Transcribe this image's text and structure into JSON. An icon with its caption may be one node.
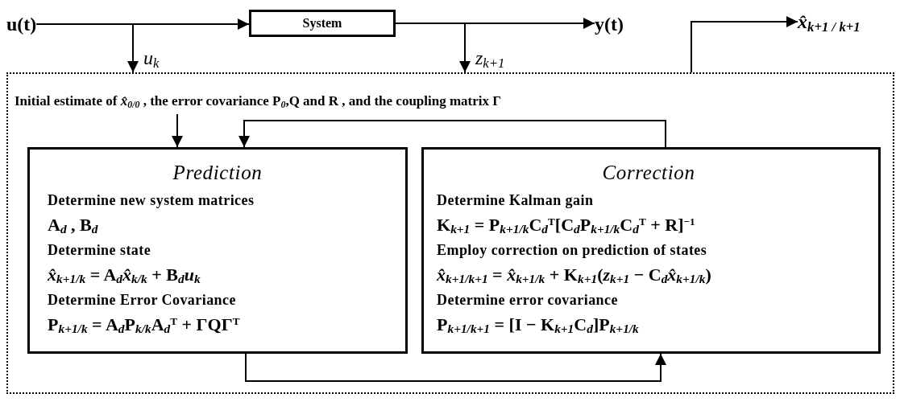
{
  "diagram": {
    "nodes": [
      {
        "text": [
          "u(t)"
        ]
      },
      {
        "text": [
          "System"
        ]
      },
      {
        "text": [
          "y(t)"
        ]
      },
      {
        "text": [],
        "shape": "box"
      },
      {
        "text": [
          "Initial estimate of *x̂*$_{0/0}$ , the error covariance P$_{0}$,Q and R , and the coupling matrix Γ"
        ],
        "in": 3
      },
      {
        "text": [
          "Prediction",
          "Determine new system matrices",
          "A$_{d}$ , B$_{d}$",
          "Determine state",
          "*x̂*$_{k+1/k}$ = A$_{d}$*x̂*$_{k/k}$ + B$_{d}$*u*$_{k}$",
          "Determine Error Covariance",
          "P$_{k+1/k}$ = A$_{d}$P$_{k/k}$A$_{d}$$^{T}$ + ΓQΓ$^{T}$"
        ],
        "in": 3
      },
      {
        "text": [
          "Correction",
          "Determine Kalman gain",
          "K$_{k+1}$ = P$_{k+1/k}$C$_{d}$$^{T}$[C$_{d}$P$_{k+1/k}$C$_{d}$$^{T}$ + R]$^{−1}$",
          "Employ correction on prediction of states",
          "*x̂*$_{k+1/k+1}$ = *x̂*$_{k+1/k}$ + K$_{k+1}$(*z*$_{k+1}$ − C$_{d}$*x̂*$_{k+1/k}$)",
          "Determine error covariance",
          "P$_{k+1/k+1}$ = [I − K$_{k+1}$C$_{d}$]P$_{k+1/k}$"
        ],
        "in": 3
      },
      {
        "text": [
          "*x̂*$_{k+1 / k+1}$"
        ]
      }
    ],
    "edges": [
      {
        "from": 0,
        "to": 1,
        "arrow": "to"
      },
      {
        "from": 1,
        "to": 2,
        "arrow": "to"
      },
      {
        "from": 0,
        "to": 3,
        "arrow": "to",
        "label": "*u*$_{k}$"
      },
      {
        "from": 1,
        "to": 3,
        "arrow": "to",
        "label": "*z*$_{k+1}$"
      },
      {
        "from": 3,
        "to": 7,
        "arrow": "to"
      },
      {
        "from": 4,
        "to": 5,
        "arrow": "to"
      },
      {
        "from": 6,
        "to": 5,
        "arrow": "to"
      },
      {
        "from": 5,
        "to": 6,
        "arrow": "to"
      }
    ]
  }
}
